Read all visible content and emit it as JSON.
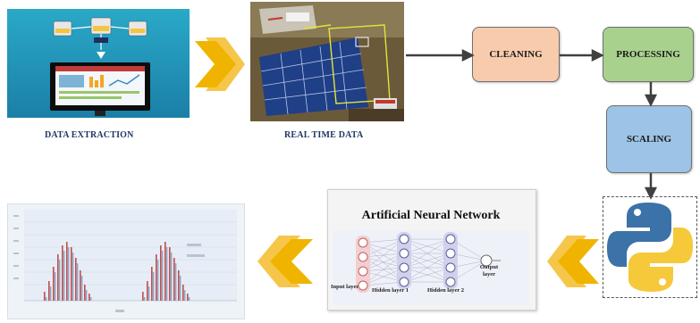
{
  "labels": {
    "data_extraction": "DATA  EXTRACTION",
    "real_time_data": "REAL TIME DATA",
    "cleaning": "CLEANING",
    "processing": "PROCESSING",
    "scaling": "SCALING"
  },
  "ann": {
    "title": "Artificial Neural Network",
    "input_layer": "Input layer",
    "hidden_layer_1": "Hidden layer 1",
    "hidden_layer_2": "Hidden layer 2",
    "output_layer": "Output layer"
  },
  "colors": {
    "cleaning_box": "#f8cbad",
    "processing_box": "#a9d18e",
    "scaling_box": "#9dc3e6",
    "big_arrow": "#f0b400",
    "flow_arrow": "#404040",
    "caption_text": "#1f3864"
  },
  "icons": {
    "extraction": "data-extraction-illustration",
    "real_time": "solar-panel-photo",
    "python": "python-logo",
    "output_plot": "prediction-plot-thumbnail"
  }
}
